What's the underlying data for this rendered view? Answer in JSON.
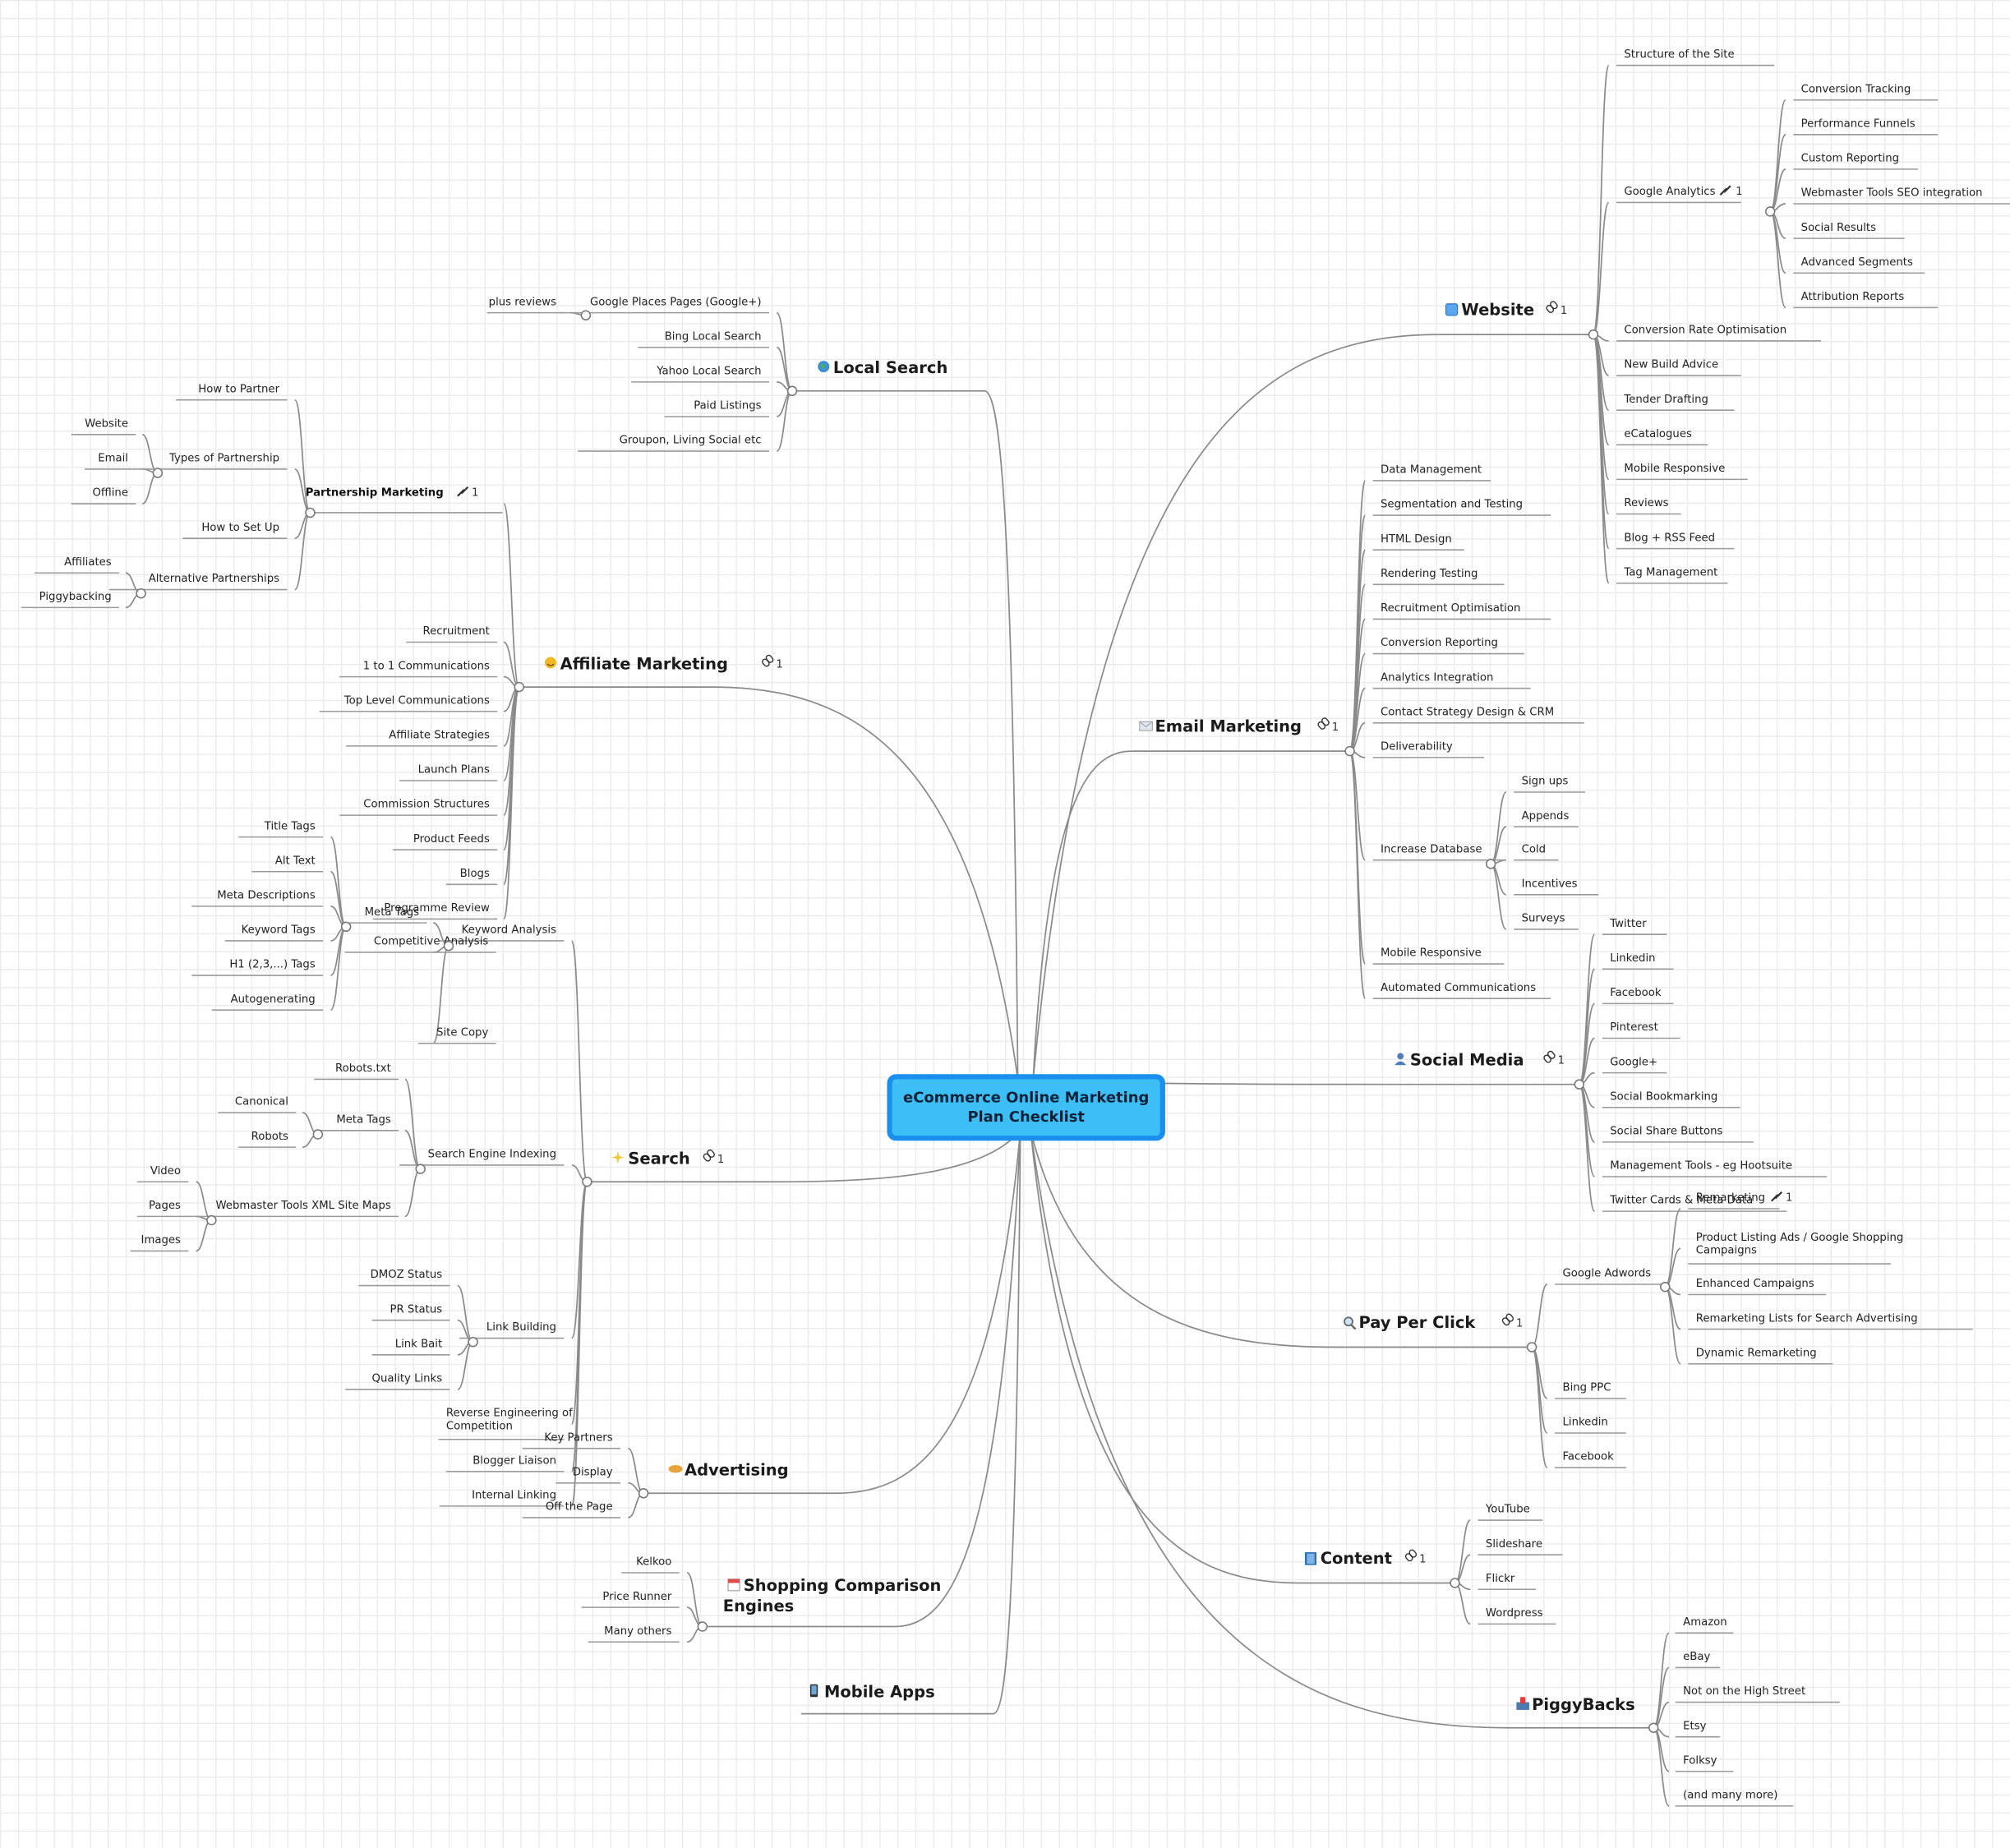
{
  "central_topic": "eCommerce Online Marketing Plan Checklist",
  "link_badge_count": "1",
  "icon_names": {
    "website": "square-icon",
    "email": "envelope-icon",
    "social": "person-icon",
    "ppc": "magnifier-icon",
    "content": "book-icon",
    "piggy": "inbox-icon",
    "local": "globe-icon",
    "affiliate": "smiley-icon",
    "search": "sparkles-icon",
    "advertising": "handshake-icon",
    "shopping": "calendar-icon",
    "mobile": "phone-icon",
    "link": "link-icon"
  },
  "colors": {
    "central_fill": "#3dbff5",
    "central_border": "#1a8ff0",
    "edge": "#8a8a8a"
  },
  "topics": {
    "website": {
      "label": "Website",
      "children": [
        "Structure of the Site",
        "Google Analytics",
        "Conversion Rate Optimisation",
        "New Build Advice",
        "Tender Drafting",
        "eCatalogues",
        "Mobile Responsive",
        "Reviews",
        "Blog + RSS Feed",
        "Tag Management"
      ],
      "google_analytics_children": [
        "Conversion Tracking",
        "Performance Funnels",
        "Custom Reporting",
        "Webmaster Tools SEO integration",
        "Social Results",
        "Advanced Segments",
        "Attribution Reports"
      ]
    },
    "email": {
      "label": "Email Marketing",
      "children": [
        "Data Management",
        "Segmentation and Testing",
        "HTML Design",
        "Rendering Testing",
        "Recruitment Optimisation",
        "Conversion Reporting",
        "Analytics Integration",
        "Contact Strategy Design & CRM",
        "Deliverability",
        "Increase Database",
        "Mobile Responsive",
        "Automated Communications"
      ],
      "increase_database_children": [
        "Sign ups",
        "Appends",
        "Cold",
        "Incentives",
        "Surveys"
      ]
    },
    "social": {
      "label": "Social Media",
      "children": [
        "Twitter",
        "Linkedin",
        "Facebook",
        "Pinterest",
        "Google+",
        "Social Bookmarking",
        "Social Share Buttons",
        "Management Tools - eg Hootsuite",
        "Twitter Cards & Meta Data"
      ]
    },
    "ppc": {
      "label": "Pay Per Click",
      "children": [
        "Google Adwords",
        "Bing PPC",
        "Linkedin",
        "Facebook"
      ],
      "adwords_children": [
        "Remarketing",
        "Product Listing Ads / Google Shopping Campaigns",
        "Enhanced Campaigns",
        "Remarketing Lists for Search Advertising",
        "Dynamic Remarketing"
      ]
    },
    "content": {
      "label": "Content",
      "children": [
        "YouTube",
        "Slideshare",
        "Flickr",
        "Wordpress"
      ]
    },
    "piggy": {
      "label": "PiggyBacks",
      "children": [
        "Amazon",
        "eBay",
        "Not on the High Street",
        "Etsy",
        "Folksy",
        "(and many more)"
      ]
    },
    "local": {
      "label": "Local Search",
      "children": [
        "Google Places Pages (Google+)",
        "Bing Local Search",
        "Yahoo Local Search",
        "Paid Listings",
        "Groupon, Living Social etc"
      ],
      "places_child": "plus reviews"
    },
    "affiliate": {
      "label": "Affiliate Marketing",
      "children": [
        "Partnership Marketing",
        "Recruitment",
        "1 to 1 Communications",
        "Top Level Communications",
        "Affiliate Strategies",
        "Launch Plans",
        "Commission Structures",
        "Product Feeds",
        "Blogs",
        "Programme Review"
      ],
      "partnership_children": [
        "How to Partner",
        "Types of Partnership",
        "How to Set Up",
        "Alternative Partnerships"
      ],
      "types_children": [
        "Website",
        "Email",
        "Offline"
      ],
      "alternative_children": [
        "Affiliates",
        "Piggybacking"
      ]
    },
    "search": {
      "label": "Search",
      "children": [
        "Keyword Analysis",
        "Search Engine Indexing",
        "Link Building",
        "Reverse Engineering of Competition",
        "Blogger Liaison",
        "Internal Linking"
      ],
      "keyword_children": [
        "Meta Tags",
        "Competitive Analysis",
        "Site Copy"
      ],
      "meta_tags_children": [
        "Title Tags",
        "Alt Text",
        "Meta Descriptions",
        "Keyword Tags",
        "H1 (2,3,...) Tags",
        "Autogenerating"
      ],
      "indexing_children": [
        "Robots.txt",
        "Meta Tags",
        "Webmaster Tools XML Site Maps"
      ],
      "indexing_meta_children": [
        "Canonical",
        "Robots"
      ],
      "sitemap_children": [
        "Video",
        "Pages",
        "Images"
      ],
      "link_building_children": [
        "DMOZ Status",
        "PR Status",
        "Link Bait",
        "Quality Links"
      ]
    },
    "advertising": {
      "label": "Advertising",
      "children": [
        "Key Partners",
        "Display",
        "Off the Page"
      ]
    },
    "shopping": {
      "label": "Shopping Comparison Engines",
      "label_lines": [
        "Shopping Comparison",
        "Engines"
      ],
      "children": [
        "Kelkoo",
        "Price Runner",
        "Many others"
      ]
    },
    "mobile": {
      "label": "Mobile Apps"
    }
  }
}
